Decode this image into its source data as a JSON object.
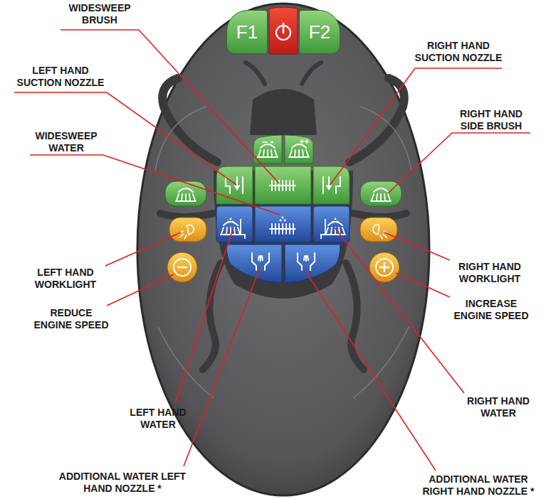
{
  "diagram": {
    "nodes": [
      {
        "text": [
          "F1"
        ]
      },
      {
        "text": [
          "F2"
        ]
      }
    ],
    "labels": [
      "WIDESWEEP BRUSH",
      "RIGHT HAND SUCTION NOZZLE",
      "LEFT HAND SUCTION NOZZLE",
      "RIGHT HAND SIDE BRUSH",
      "WIDESWEEP WATER",
      "RIGHT HAND WORKLIGHT",
      "LEFT HAND WORKLIGHT",
      "INCREASE ENGINE SPEED",
      "REDUCE ENGINE SPEED",
      "RIGHT HAND WATER",
      "LEFT HAND WATER",
      "ADDITIONAL WATER LEFT HAND NOZZLE *",
      "ADDITIONAL WATER RIGHT HAND NOZZLE *"
    ]
  }
}
